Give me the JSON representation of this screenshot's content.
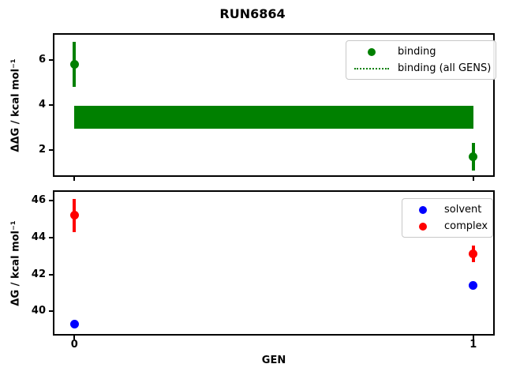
{
  "figure": {
    "title": "RUN6864"
  },
  "chart_data": [
    {
      "type": "scatter",
      "subplot": "top",
      "title": "",
      "xlabel": "",
      "ylabel": "ΔΔG / kcal mol⁻¹",
      "x": [
        0,
        1
      ],
      "xlim": [
        -0.05,
        1.05
      ],
      "ylim": [
        0.88,
        7.12
      ],
      "xticks": [
        0,
        1
      ],
      "xticklabels": [
        "",
        ""
      ],
      "yticks": [
        2,
        4,
        6
      ],
      "grid": false,
      "legend_position": "upper right",
      "series": [
        {
          "name": "binding",
          "color": "#008000",
          "marker": "circle",
          "y": [
            5.8,
            1.7
          ],
          "yerr": [
            1.0,
            0.6
          ]
        }
      ],
      "band": {
        "name": "binding (all GENS)",
        "color": "#008000",
        "x0": 0,
        "x1": 1,
        "y_low": 2.95,
        "y_high": 3.95,
        "center": 3.45
      },
      "legend": [
        {
          "label": "binding",
          "marker": "dot",
          "color": "#008000"
        },
        {
          "label": "binding (all GENS)",
          "marker": "dotted-line",
          "color": "#008000"
        }
      ]
    },
    {
      "type": "scatter",
      "subplot": "bottom",
      "title": "",
      "xlabel": "GEN",
      "ylabel": "ΔG / kcal mol⁻¹",
      "x": [
        0,
        1
      ],
      "xlim": [
        -0.05,
        1.05
      ],
      "ylim": [
        38.78,
        46.47
      ],
      "xticks": [
        0,
        1
      ],
      "xticklabels": [
        "0",
        "1"
      ],
      "yticks": [
        40,
        42,
        44,
        46
      ],
      "grid": false,
      "legend_position": "upper right",
      "series": [
        {
          "name": "solvent",
          "color": "#0000ff",
          "marker": "circle",
          "y": [
            39.3,
            41.4
          ],
          "yerr": [
            0.1,
            0.1
          ]
        },
        {
          "name": "complex",
          "color": "#ff0000",
          "marker": "circle",
          "y": [
            45.2,
            43.1
          ],
          "yerr": [
            0.9,
            0.45
          ]
        }
      ],
      "legend": [
        {
          "label": "solvent",
          "marker": "dot",
          "color": "#0000ff"
        },
        {
          "label": "complex",
          "marker": "dot",
          "color": "#ff0000"
        }
      ]
    }
  ]
}
